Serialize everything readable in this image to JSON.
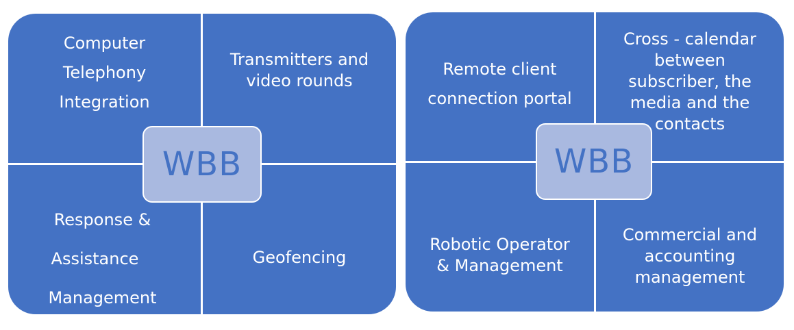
{
  "diagrams": [
    {
      "center": "WBB",
      "top_left": [
        "Computer",
        "Telephony",
        "Integration"
      ],
      "top_right": [
        "Transmitters and",
        "video rounds"
      ],
      "bottom_left": [
        "Response &",
        "Assistance",
        "Management"
      ],
      "bottom_right": [
        "Geofencing"
      ]
    },
    {
      "center": "WBB",
      "top_left": [
        "Remote client",
        "connection portal"
      ],
      "top_right": [
        "Cross - calendar",
        "between",
        "subscriber, the",
        "media and the",
        "contacts"
      ],
      "bottom_left": [
        "Robotic Operator",
        "& Management"
      ],
      "bottom_right": [
        "Commercial and",
        "accounting",
        "management"
      ]
    }
  ],
  "colors": {
    "quadrant": "#4472c4",
    "center_fill": "#a9b9e0",
    "center_text": "#4472c4"
  }
}
